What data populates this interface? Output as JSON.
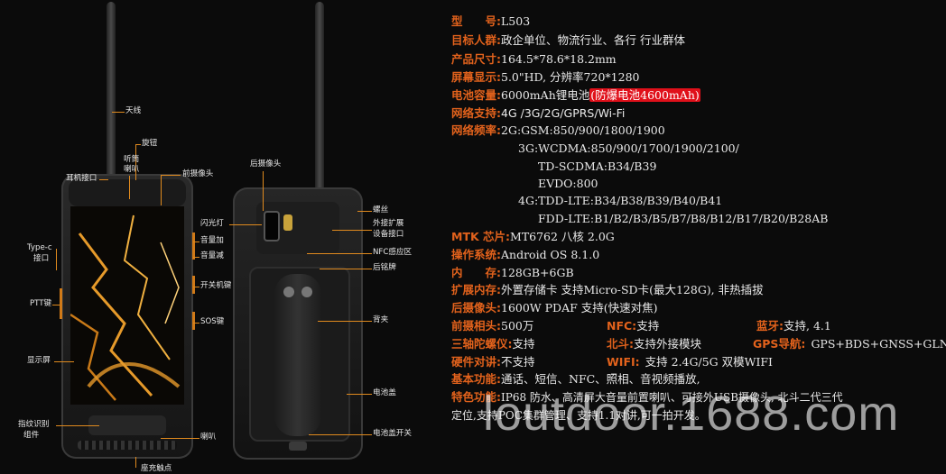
{
  "callouts": {
    "antenna": "天线",
    "knob": "旋钮",
    "earpiece_speaker_1": "听筒",
    "earpiece_speaker_2": "喇叭",
    "earphone_jack": "耳机接口",
    "front_camera": "前摄像头",
    "rear_camera": "后摄像头",
    "typec_1": "Type-c",
    "typec_2": "接口",
    "ptt": "PTT键",
    "display": "显示屏",
    "fingerprint_1": "指纹识别",
    "fingerprint_2": "组件",
    "charging_1": "座充触点",
    "volume_up": "音量加",
    "volume_down": "音量减",
    "power": "开关机键",
    "sos": "SOS键",
    "speaker": "喇叭",
    "flashlight": "闪光灯",
    "screw": "螺丝",
    "ext_1": "外接扩展",
    "ext_2": "设备接口",
    "nfc": "NFC感应区",
    "nameplate": "后铭牌",
    "back_clip": "背夹",
    "battery_cover": "电池盖",
    "battery_switch": "电池盖开关"
  },
  "specs": {
    "model_label": "型　　号:",
    "model_value": "L503",
    "audience_label": "目标人群:",
    "audience_value": "政企单位、物流行业、各行 行业群体",
    "size_label": "产品尺寸:",
    "size_value": "164.5*78.6*18.2mm",
    "screen_label": "屏幕显示:",
    "screen_value": "5.0\"HD, 分辨率720*1280",
    "battery_label": "电池容量:",
    "battery_value": "6000mAh锂电池",
    "battery_highlight": "(防爆电池4600mAh)",
    "network_label": "网络支持:",
    "network_value": "4G /3G/2G/GPRS/Wi-Fi",
    "freq_label": "网络频率:",
    "freq_2g": "2G:GSM:850/900/1800/1900",
    "freq_3g": "3G:WCDMA:850/900/1700/1900/2100/",
    "freq_td": "TD-SCDMA:B34/B39",
    "freq_evdo": "EVDO:800",
    "freq_4g": "4G:TDD-LTE:B34/B38/B39/B40/B41",
    "freq_fdd": "FDD-LTE:B1/B2/B3/B5/B7/B8/B12/B17/B20/B28AB",
    "chip_label": "MTK 芯片:",
    "chip_value": "MT6762 八核 2.0G",
    "os_label": "操作系统:",
    "os_value": "Android OS 8.1.0",
    "memory_label": "内　　存:",
    "memory_value": "128GB+6GB",
    "storage_label": "扩展内存:",
    "storage_value": "外置存储卡 支持Micro-SD卡(最大128G), 非热插拔",
    "rear_cam_label": "后摄像头:",
    "rear_cam_value": "1600W PDAF 支持(快速对焦)",
    "front_cam_label": "前摄相头:",
    "front_cam_value": "500万",
    "nfc_label": "NFC:",
    "nfc_value": "支持",
    "bt_label": "蓝牙:",
    "bt_value": "支持, 4.1",
    "gyro_label": "三轴陀螺仪:",
    "gyro_value": "支持",
    "beidou_label": "北斗:",
    "beidou_value": "支持外接模块",
    "gps_label": "GPS导航:",
    "gps_value": "GPS+BDS+GNSS+GLN",
    "intercom_label": "硬件对讲:",
    "intercom_value": "不支持",
    "wifi_label": "WIFI:",
    "wifi_value": "支持 2.4G/5G 双模WIFI",
    "basic_label": "基本功能:",
    "basic_value": "通话、短信、NFC、照相、音视频播放,",
    "feature_label": "特色功能:",
    "feature_value": "IP68 防水、高清屏大音量前置喇叭、可接外USB摄像头, 北斗二代三代",
    "feature_value_2": "定位,支持POC集群管理、支持1.1对讲,可一拍开发。"
  },
  "watermark": "loutdoor.1688.com",
  "colors": {
    "label": "#e2621c",
    "leader": "#e08a1e",
    "highlight": "#e0101a",
    "background": "#0b0b0b"
  }
}
